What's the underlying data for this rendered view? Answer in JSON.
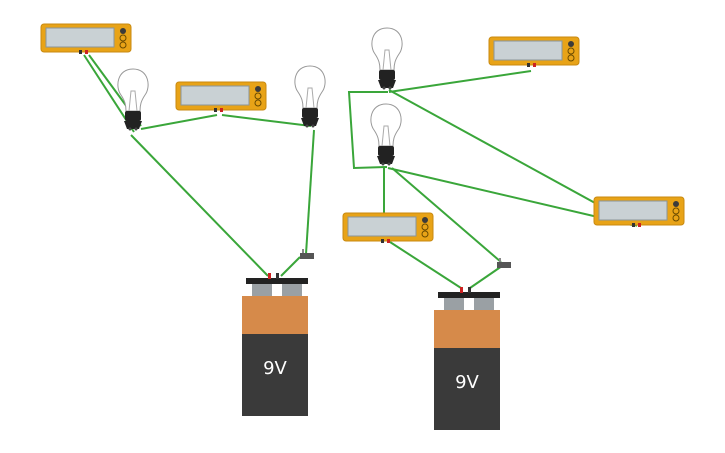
{
  "circuits": [
    {
      "battery": {
        "label": "9V"
      },
      "multimeters": [
        {
          "id": "mm-1",
          "reading": ""
        },
        {
          "id": "mm-2",
          "reading": ""
        }
      ],
      "bulbs": [
        {
          "id": "bulb-1"
        },
        {
          "id": "bulb-2"
        }
      ],
      "switch": {
        "id": "switch-1"
      }
    },
    {
      "battery": {
        "label": "9V"
      },
      "multimeters": [
        {
          "id": "mm-3",
          "reading": ""
        },
        {
          "id": "mm-4",
          "reading": ""
        },
        {
          "id": "mm-5",
          "reading": ""
        }
      ],
      "bulbs": [
        {
          "id": "bulb-3"
        },
        {
          "id": "bulb-4"
        }
      ],
      "switch": {
        "id": "switch-2"
      }
    }
  ],
  "colors": {
    "wire": "#3aa63a",
    "multimeter_body": "#e8a317",
    "multimeter_screen": "#c9d1d4",
    "battery_top": "#d68a4a",
    "battery_body": "#3a3a3a",
    "bulb_base": "#222222"
  }
}
